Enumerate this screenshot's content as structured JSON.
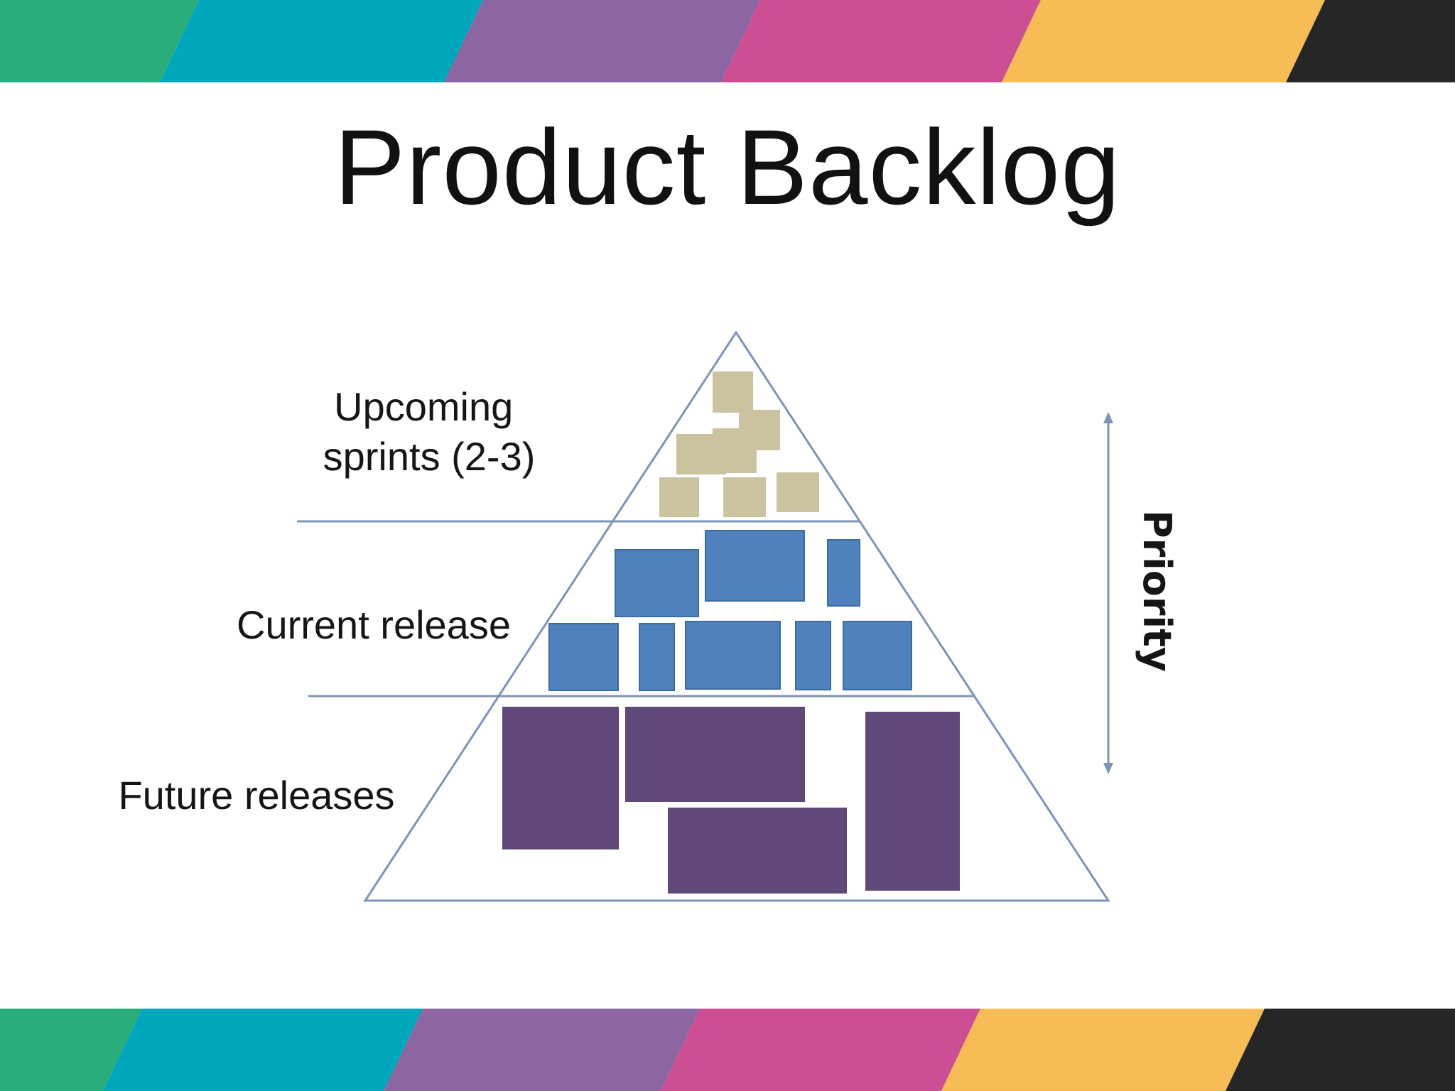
{
  "slide": {
    "title": "Product Backlog"
  },
  "diagram": {
    "tiers": [
      {
        "label_lines": [
          "Upcoming",
          "sprints (2-3)"
        ]
      },
      {
        "label_lines": [
          "Current release"
        ]
      },
      {
        "label_lines": [
          "Future releases"
        ]
      }
    ],
    "axis_label": "Priority"
  },
  "colors": {
    "band_green": "#28ad7b",
    "band_teal": "#00a6bc",
    "band_purple": "#8b66a3",
    "band_pink": "#cc4e93",
    "band_yellow": "#f7bc55",
    "band_black": "#262626",
    "tier1_fill": "#cbc3a0",
    "tier2_fill": "#4f81bd",
    "tier3_fill": "#60497a",
    "line_color": "#7e94b6"
  }
}
